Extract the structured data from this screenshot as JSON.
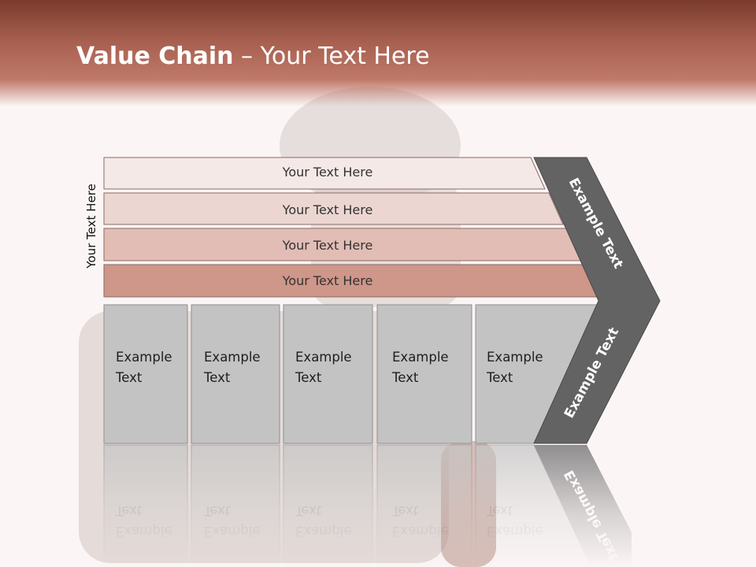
{
  "slide": {
    "title_bold": "Value Chain",
    "title_rest": " – Your Text Here",
    "side_label": "Your Text Here"
  },
  "bars": [
    {
      "label": "Your Text Here",
      "color": "#f5e9e7"
    },
    {
      "label": "Your Text Here",
      "color": "#ecd6d1"
    },
    {
      "label": "Your Text Here",
      "color": "#e2bdb5"
    },
    {
      "label": "Your Text Here",
      "color": "#cf968a"
    }
  ],
  "boxes": [
    {
      "line1": "Example",
      "line2": "Text"
    },
    {
      "line1": "Example",
      "line2": "Text"
    },
    {
      "line1": "Example",
      "line2": "Text"
    },
    {
      "line1": "Example",
      "line2": "Text"
    },
    {
      "line1": "Example",
      "line2": "Text"
    }
  ],
  "chevron": {
    "upper_label": "Example Text",
    "lower_label": "Example Text",
    "color": "#636363"
  },
  "colors": {
    "header": "#a86050",
    "box_fill": "#c3c3c3",
    "background": "#fbf6f5"
  }
}
